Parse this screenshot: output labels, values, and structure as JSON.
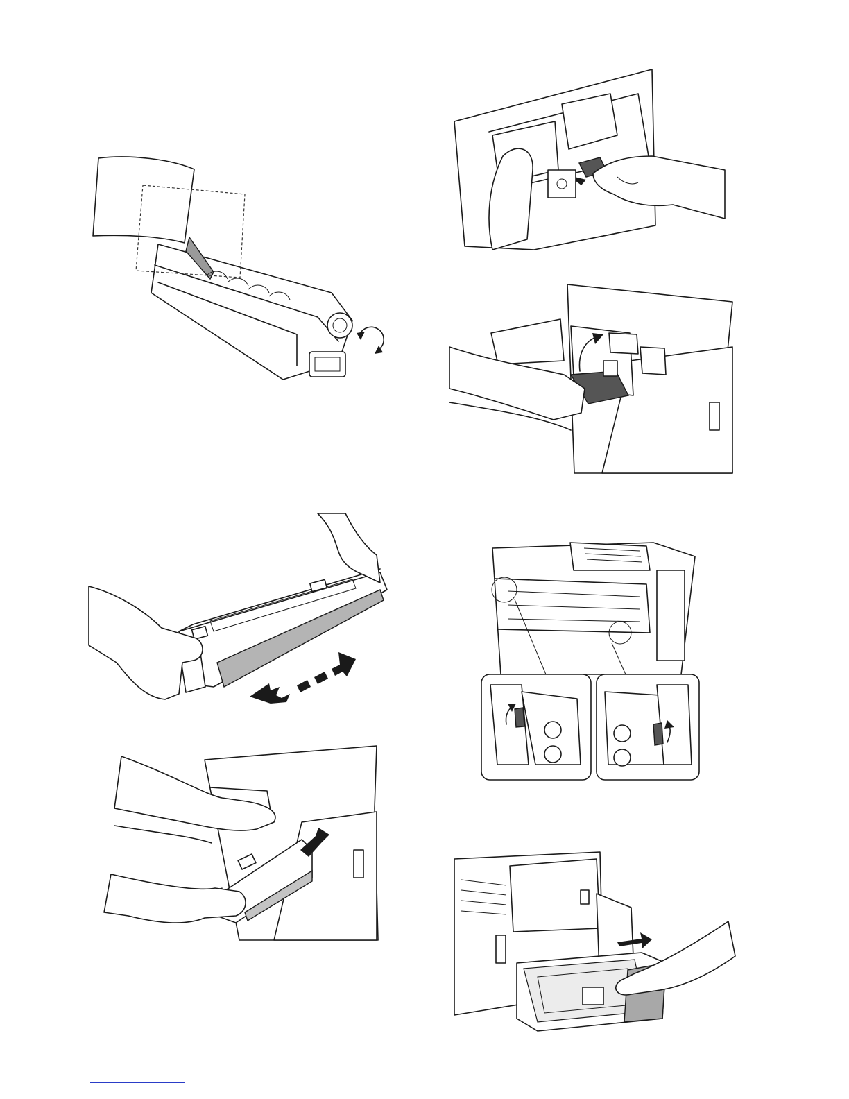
{
  "figures": [
    {
      "id": "drum-unit-cleaning",
      "icon": "drum-cartridge-with-cloth-illustration"
    },
    {
      "id": "toner-unit-release",
      "icon": "hands-pulling-toner-lever-illustration"
    },
    {
      "id": "toner-lever-lift",
      "icon": "hand-lifting-toner-lever-illustration"
    },
    {
      "id": "toner-cartridge-shake",
      "icon": "hands-shaking-toner-cartridge-illustration"
    },
    {
      "id": "fuser-lever-release",
      "icon": "fuser-unit-lever-detail-illustration"
    },
    {
      "id": "toner-cartridge-insert",
      "icon": "hands-inserting-toner-cartridge-illustration"
    },
    {
      "id": "paper-tray-pull",
      "icon": "hand-pulling-paper-tray-illustration"
    }
  ],
  "colors": {
    "line": "#1a1a1a",
    "shade": "#9a9a9a",
    "footer_rule": "#2a3cc7"
  }
}
